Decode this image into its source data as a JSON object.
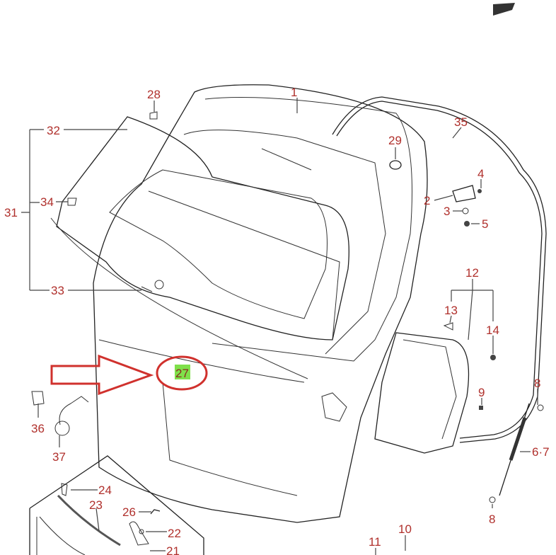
{
  "diagram": {
    "title": "Tailgate / back door parts diagram",
    "highlighted_part": "27",
    "colors": {
      "label": "#b0302c",
      "highlight": "#7fe04a",
      "callout": "#d0312d"
    },
    "labels": {
      "p1": "1",
      "p28": "28",
      "p32": "32",
      "p31": "31",
      "p34": "34",
      "p33": "33",
      "p35": "35",
      "p29": "29",
      "p4": "4",
      "p2": "2",
      "p3": "3",
      "p5": "5",
      "p12": "12",
      "p13": "13",
      "p14": "14",
      "p27": "27",
      "p9": "9",
      "p8a": "8",
      "p67": "6·7",
      "p8b": "8",
      "p36": "36",
      "p37": "37",
      "p24": "24",
      "p23": "23",
      "p26": "26",
      "p22": "22",
      "p21": "21",
      "p11": "11",
      "p10": "10"
    }
  }
}
